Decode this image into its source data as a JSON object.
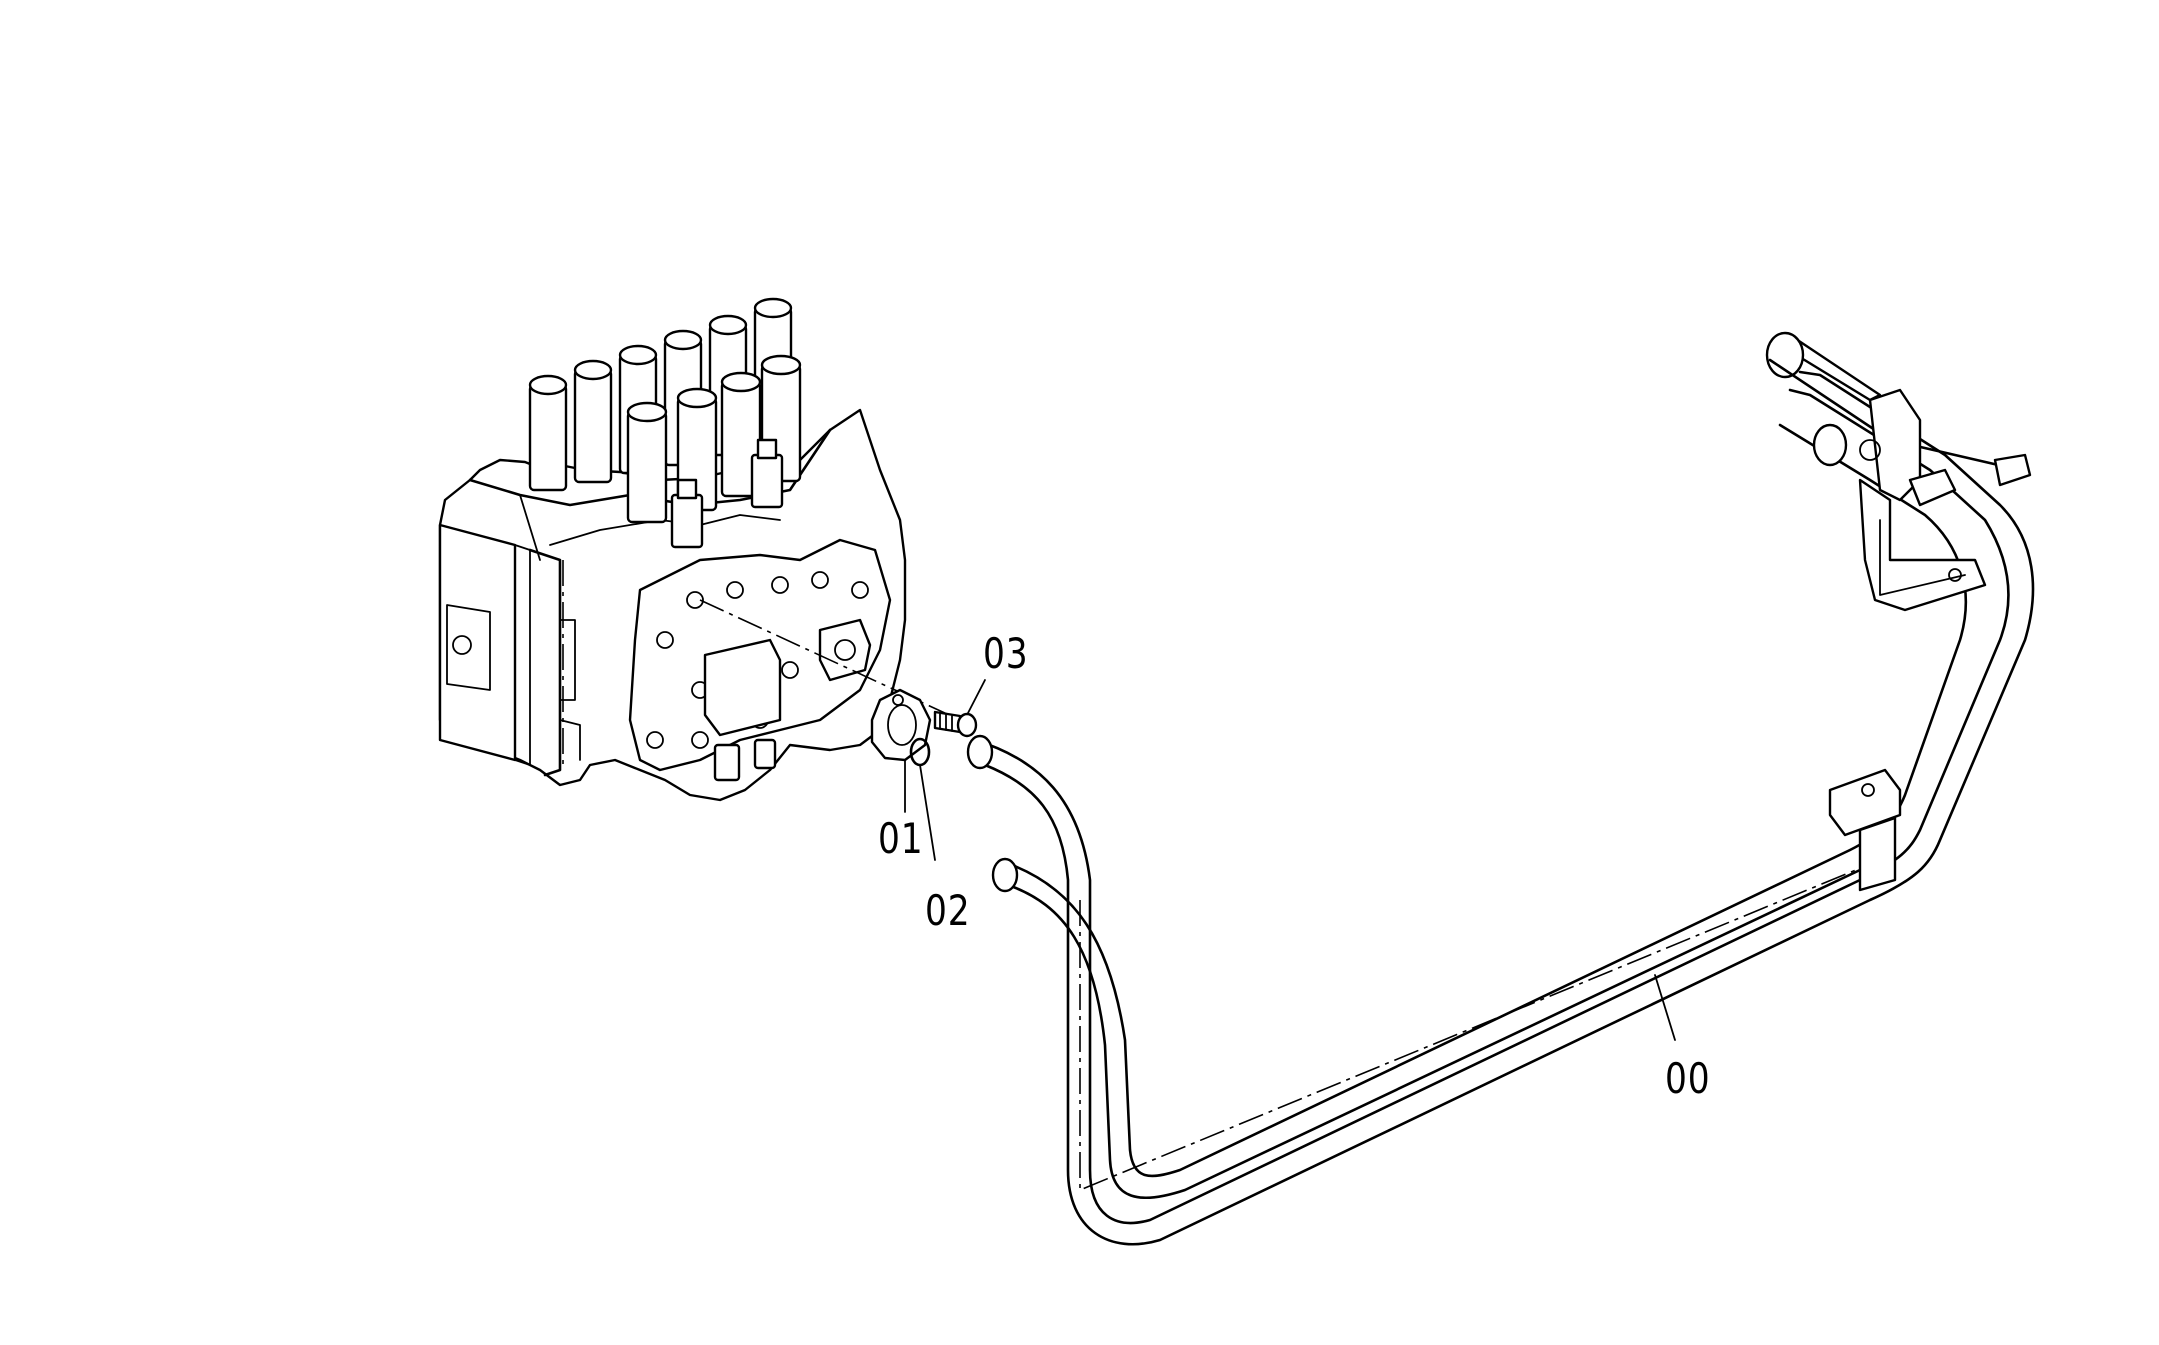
{
  "diagram": {
    "type": "exploded-parts-drawing",
    "callouts": {
      "pipe": "00",
      "flange": "01",
      "o_ring": "02",
      "bolt": "03"
    }
  }
}
